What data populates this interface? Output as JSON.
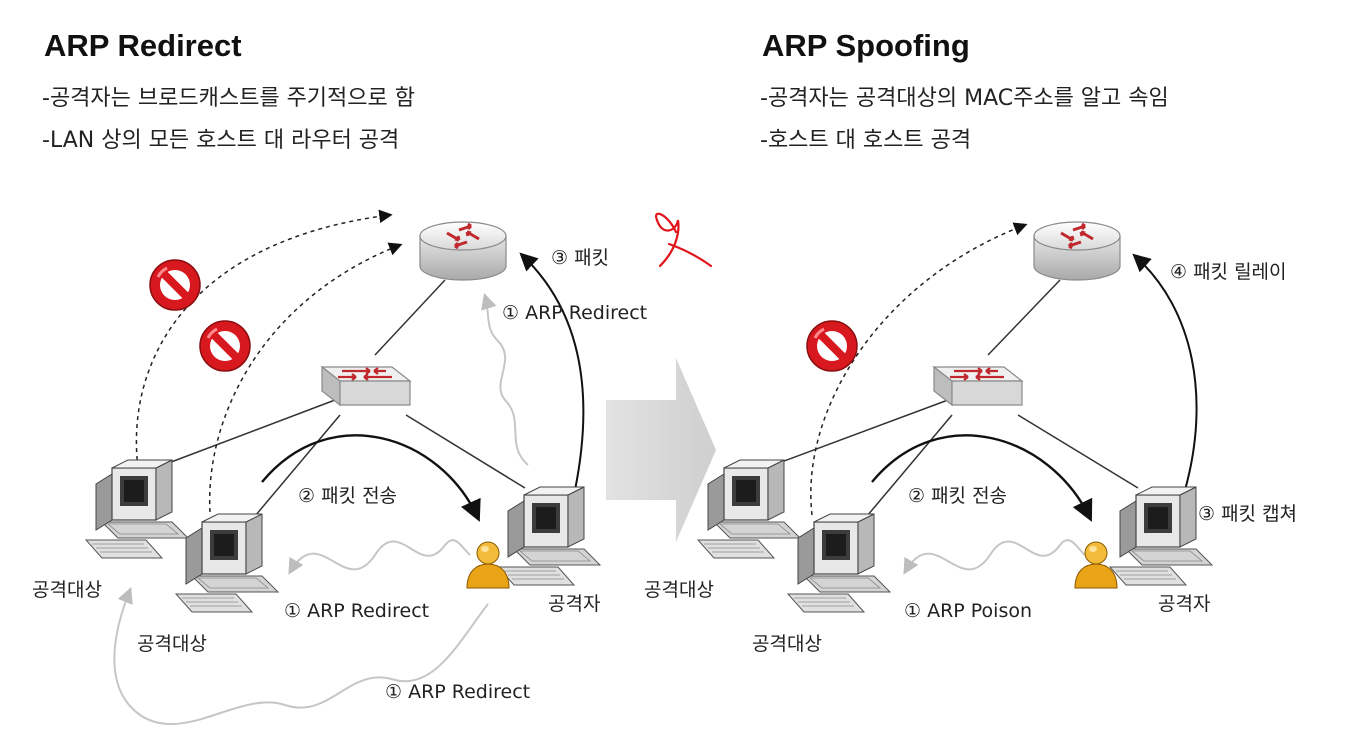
{
  "left_panel": {
    "title": "ARP Redirect",
    "bullets": [
      "-공격자는 브로드캐스트를 주기적으로 함",
      "-LAN 상의 모든 호스트 대 라우터 공격"
    ],
    "labels": {
      "packet": "③ 패킷",
      "arp_redirect_up": "① ARP Redirect",
      "packet_send": "② 패킷 전송",
      "arp_redirect_mid": "① ARP Redirect",
      "arp_redirect_bottom": "① ARP Redirect",
      "target1": "공격대상",
      "target2": "공격대상",
      "attacker": "공격자"
    }
  },
  "right_panel": {
    "title": "ARP Spoofing",
    "bullets": [
      "-공격자는 공격대상의 MAC주소를 알고 속임",
      "-호스트 대 호스트 공격"
    ],
    "labels": {
      "packet_relay": "④ 패킷 릴레이",
      "packet_send": "② 패킷 전송",
      "packet_capture": "③ 패킷 캡쳐",
      "arp_poison": "① ARP Poison",
      "target1": "공격대상",
      "target2": "공격대상",
      "attacker": "공격자"
    }
  },
  "icons": [
    "router-icon",
    "switch-icon",
    "computer-icon",
    "user-icon",
    "prohibited-icon",
    "transition-arrow-icon"
  ],
  "colors": {
    "prohibited": "#d8181f",
    "router_arrows": "#c0282e",
    "user": "#e8a317",
    "wave": "#c6c6c6",
    "annotation": "#e0141a"
  }
}
